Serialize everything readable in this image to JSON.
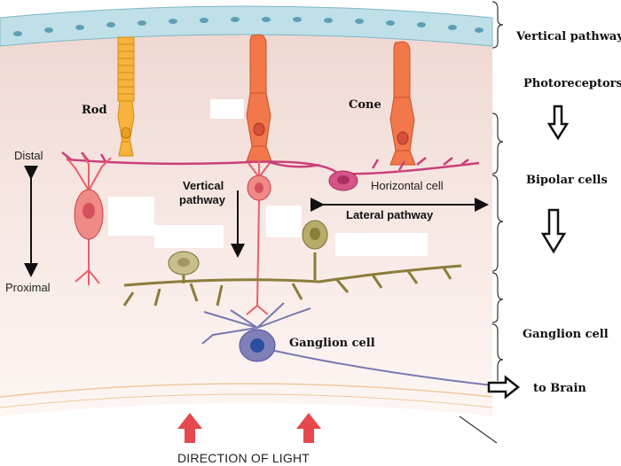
{
  "labels": {
    "rod": "Rod",
    "cone": "Cone",
    "distal": "Distal",
    "proximal": "Proximal",
    "vertical_pathway_inner_1": "Vertical",
    "vertical_pathway_inner_2": "pathway",
    "horizontal_cell": "Horizontal cell",
    "lateral_pathway": "Lateral pathway",
    "ganglion_cell_inner": "Ganglion cell",
    "direction_of_light": "DIRECTION OF LIGHT"
  },
  "side_labels": {
    "vertical_pathway": "Vertical pathway",
    "photoreceptors": "Photoreceptors",
    "bipolar_cells": "Bipolar cells",
    "ganglion_cell": "Ganglion cell",
    "to_brain": "to Brain"
  },
  "colors": {
    "rod_cell": "#f7b33d",
    "cone_cell": "#f2774a",
    "bipolar_cell": "#f08a86",
    "horizontal_cell": "#c9407a",
    "amacrine_cell": "#8b7d3a",
    "ganglion_cell": "#8080b8",
    "light_arrow": "#e5484d"
  }
}
